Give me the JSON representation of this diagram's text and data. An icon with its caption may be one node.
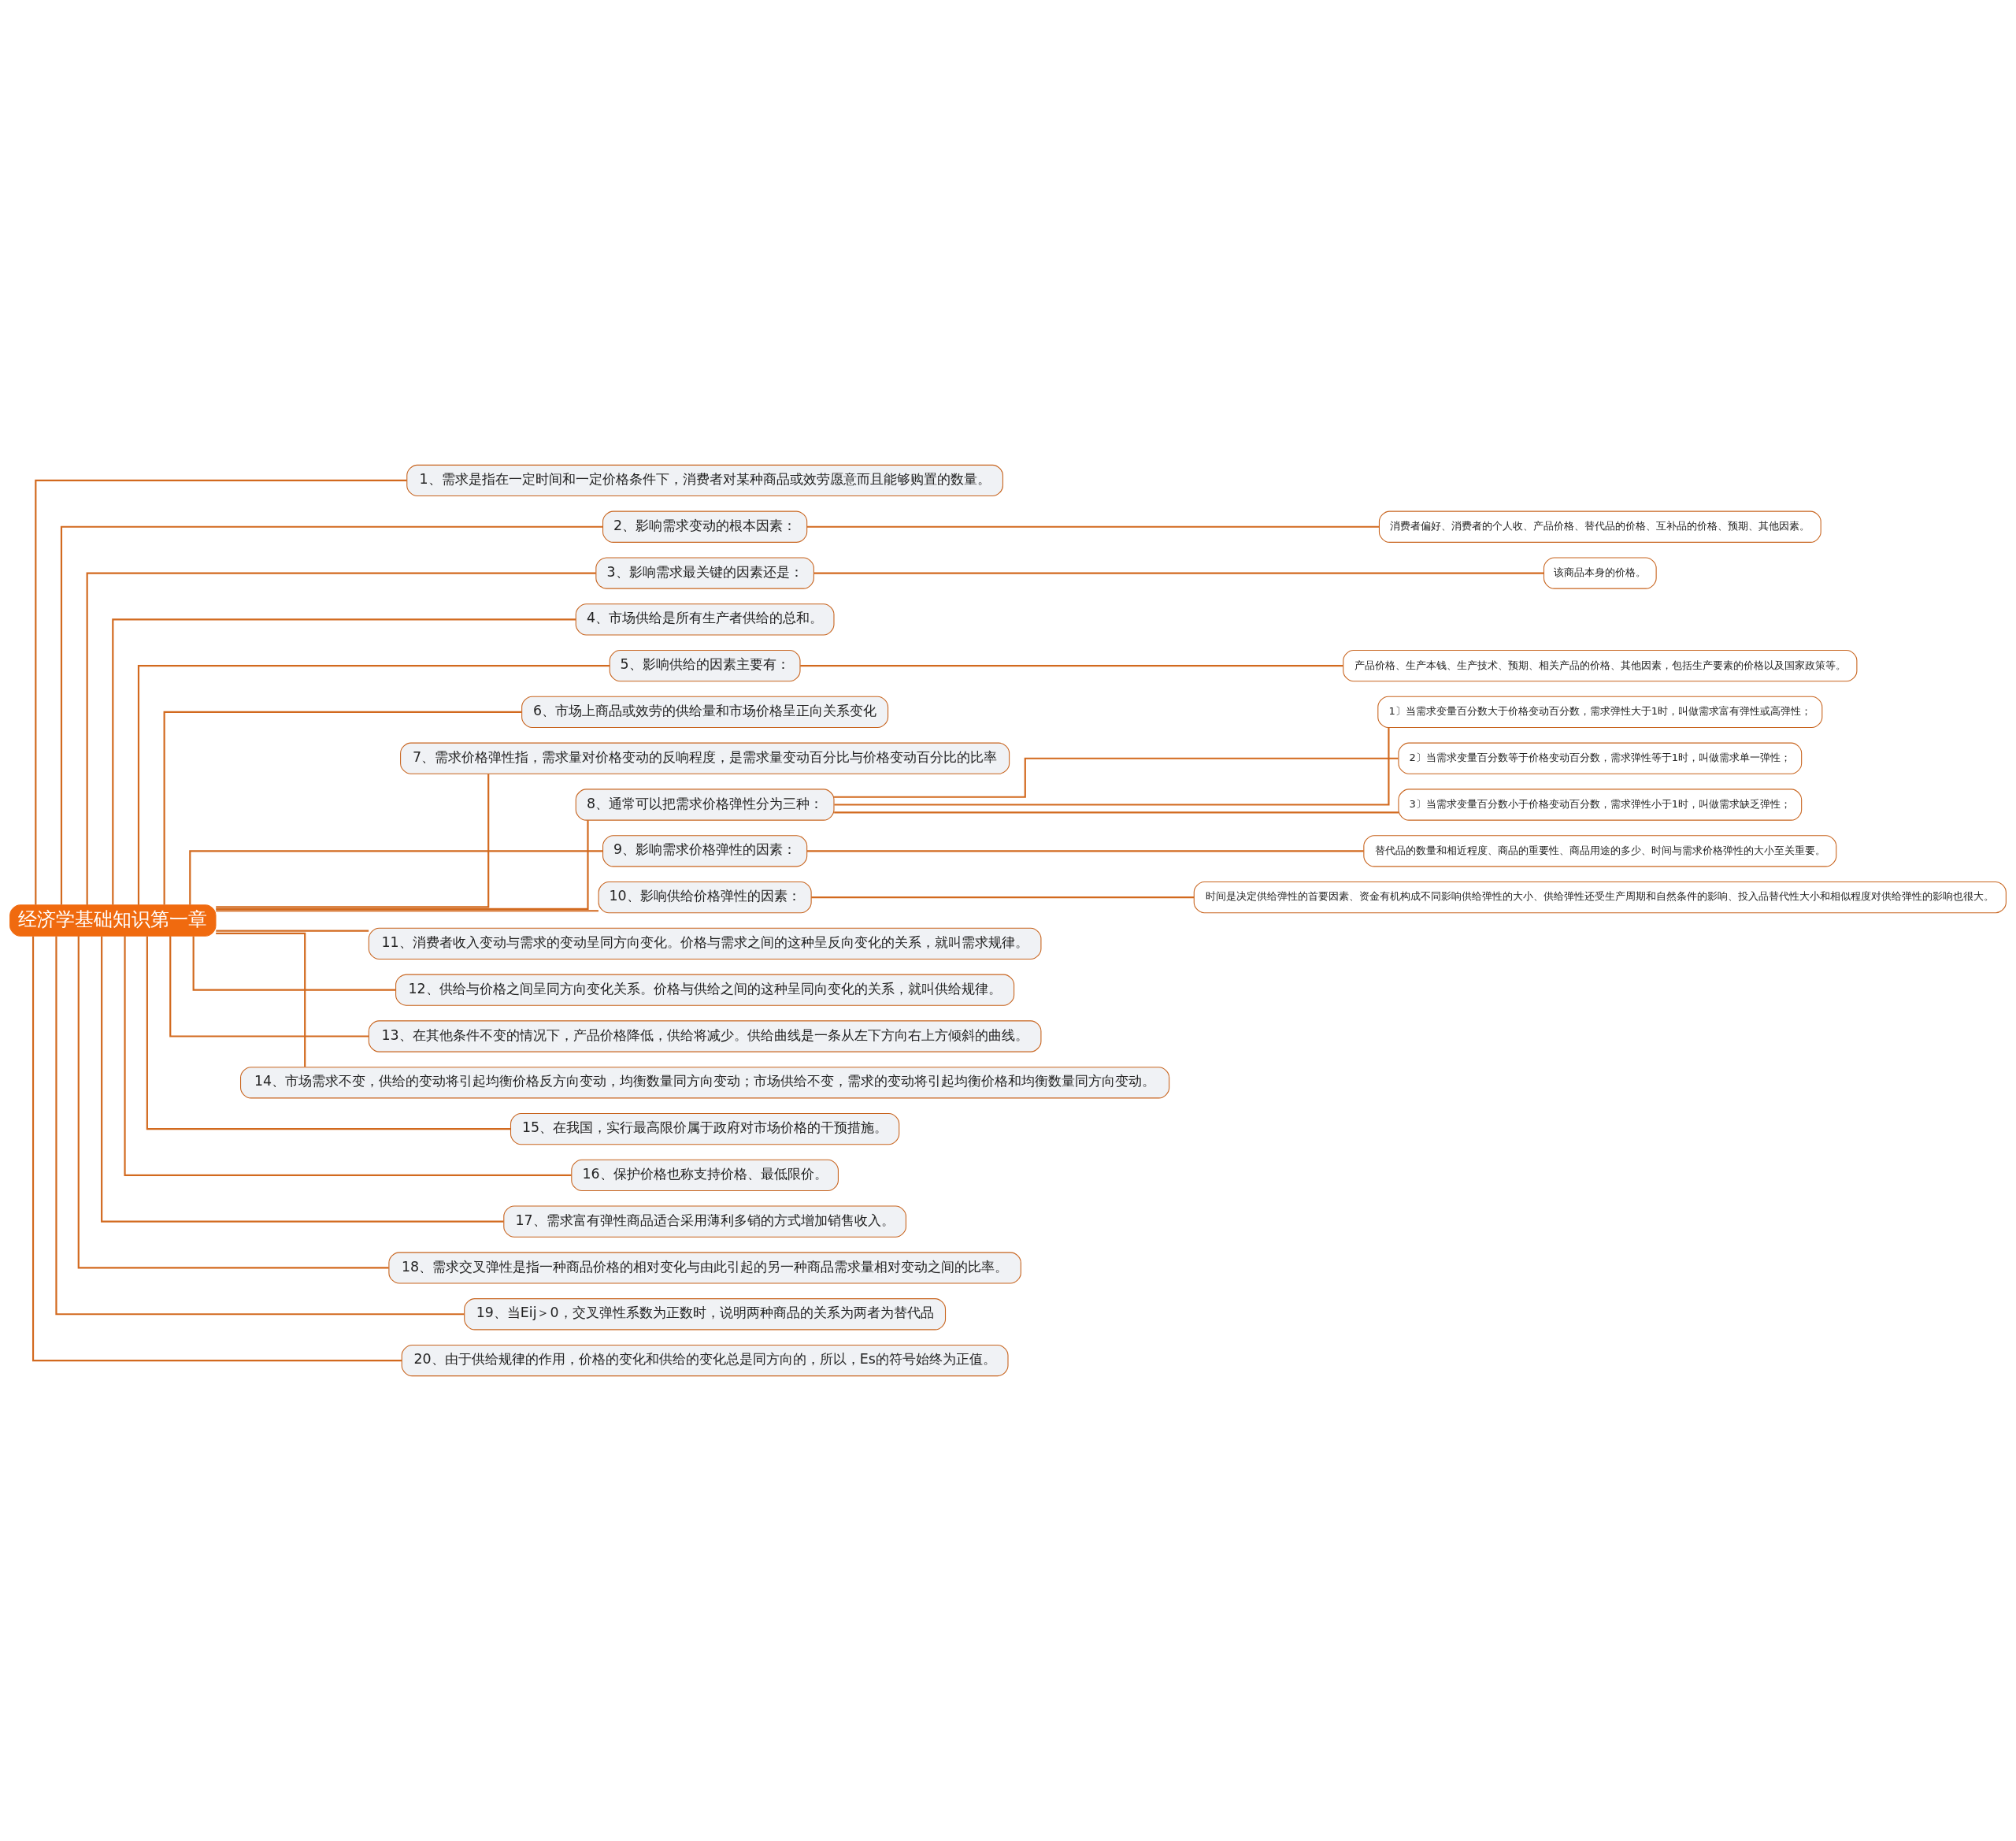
{
  "diagram": {
    "nodes": [
      {
        "text": [
          "经济学基础知识第一章"
        ]
      },
      {
        "text": [
          "1、需求是指在一定时间和一定价格条件下，消费者对某种商品或效劳愿意而且能够购置的数量。"
        ]
      },
      {
        "text": [
          "2、影响需求变动的根本因素："
        ]
      },
      {
        "text": [
          "消费者偏好、消费者的个人收、产品价格、替代品的价格、互补品的价格、预期、其他因素。"
        ]
      },
      {
        "text": [
          "3、影响需求最关键的因素还是："
        ]
      },
      {
        "text": [
          "该商品本身的价格。"
        ]
      },
      {
        "text": [
          "4、市场供给是所有生产者供给的总和。"
        ]
      },
      {
        "text": [
          "5、影响供给的因素主要有："
        ]
      },
      {
        "text": [
          "产品价格、生产本钱、生产技术、预期、相关产品的价格、其他因素，包括生产要素的价格以及国家政策等。"
        ]
      },
      {
        "text": [
          "6、市场上商品或效劳的供给量和市场价格呈正向关系变化"
        ]
      },
      {
        "text": [
          "7、需求价格弹性指，需求量对价格变动的反响程度，是需求量变动百分比与价格变动百分比的比率"
        ]
      },
      {
        "text": [
          "8、通常可以把需求价格弹性分为三种："
        ]
      },
      {
        "text": [
          "1〕当需求变量百分数大于价格变动百分数，需求弹性大于1时，叫做需求富有弹性或高弹性；"
        ]
      },
      {
        "text": [
          "2〕当需求变量百分数等于价格变动百分数，需求弹性等于1时，叫做需求单一弹性；"
        ]
      },
      {
        "text": [
          "3〕当需求变量百分数小于价格变动百分数，需求弹性小于1时，叫做需求缺乏弹性；"
        ]
      },
      {
        "text": [
          "9、影响需求价格弹性的因素："
        ]
      },
      {
        "text": [
          "替代品的数量和相近程度、商品的重要性、商品用途的多少、时间与需求价格弹性的大小至关重要。"
        ]
      },
      {
        "text": [
          "10、影响供给价格弹性的因素："
        ]
      },
      {
        "text": [
          "时间是决定供给弹性的首要因素、资金有机构成不同影响供给弹性的大小、供给弹性还受生产周期和自然条件的影响、投入品替代性大小和相似程度对供给弹性的影响也很大。"
        ]
      },
      {
        "text": [
          "11、消费者收入变动与需求的变动呈同方向变化。价格与需求之间的这种呈反向变化的关系，就叫需求规律。"
        ]
      },
      {
        "text": [
          "12、供给与价格之间呈同方向变化关系。价格与供给之间的这种呈同向变化的关系，就叫供给规律。"
        ]
      },
      {
        "text": [
          "13、在其他条件不变的情况下，产品价格降低，供给将减少。供给曲线是一条从左下方向右上方倾斜的曲线。"
        ]
      },
      {
        "text": [
          "14、市场需求不变，供给的变动将引起均衡价格反方向变动，均衡数量同方向变动；市场供给不变，需求的变动将引起均衡价格和均衡数量同方向变动。"
        ]
      },
      {
        "text": [
          "15、在我国，实行最高限价属于政府对市场价格的干预措施。"
        ]
      },
      {
        "text": [
          "16、保护价格也称支持价格、最低限价。"
        ]
      },
      {
        "text": [
          "17、需求富有弹性商品适合采用薄利多销的方式增加销售收入。"
        ]
      },
      {
        "text": [
          "18、需求交叉弹性是指一种商品价格的相对变化与由此引起的另一种商品需求量相对变动之间的比率。"
        ]
      },
      {
        "text": [
          "19、当Eij＞0，交叉弹性系数为正数时，说明两种商品的关系为两者为替代品"
        ]
      },
      {
        "text": [
          "20、由于供给规律的作用，价格的变化和供给的变化总是同方向的，所以，Es的符号始终为正值。"
        ]
      }
    ],
    "edges": [
      {
        "from": 0,
        "to": 1,
        "arrow": "none"
      },
      {
        "from": 0,
        "to": 2,
        "arrow": "none"
      },
      {
        "from": 2,
        "to": 3,
        "arrow": "none"
      },
      {
        "from": 0,
        "to": 4,
        "arrow": "none"
      },
      {
        "from": 4,
        "to": 5,
        "arrow": "none"
      },
      {
        "from": 0,
        "to": 6,
        "arrow": "none"
      },
      {
        "from": 0,
        "to": 7,
        "arrow": "none"
      },
      {
        "from": 7,
        "to": 8,
        "arrow": "none"
      },
      {
        "from": 0,
        "to": 9,
        "arrow": "none"
      },
      {
        "from": 0,
        "to": 10,
        "arrow": "none"
      },
      {
        "from": 0,
        "to": 11,
        "arrow": "none"
      },
      {
        "from": 11,
        "to": 12,
        "arrow": "none"
      },
      {
        "from": 11,
        "to": 13,
        "arrow": "none"
      },
      {
        "from": 11,
        "to": 14,
        "arrow": "none"
      },
      {
        "from": 0,
        "to": 15,
        "arrow": "none"
      },
      {
        "from": 15,
        "to": 16,
        "arrow": "none"
      },
      {
        "from": 0,
        "to": 17,
        "arrow": "none"
      },
      {
        "from": 17,
        "to": 18,
        "arrow": "none"
      },
      {
        "from": 0,
        "to": 19,
        "arrow": "none"
      },
      {
        "from": 0,
        "to": 20,
        "arrow": "none"
      },
      {
        "from": 0,
        "to": 21,
        "arrow": "none"
      },
      {
        "from": 0,
        "to": 22,
        "arrow": "none"
      },
      {
        "from": 0,
        "to": 23,
        "arrow": "none"
      },
      {
        "from": 0,
        "to": 24,
        "arrow": "none"
      },
      {
        "from": 0,
        "to": 25,
        "arrow": "none"
      },
      {
        "from": 0,
        "to": 26,
        "arrow": "none"
      },
      {
        "from": 0,
        "to": 27,
        "arrow": "none"
      },
      {
        "from": 0,
        "to": 28,
        "arrow": "none"
      }
    ]
  }
}
